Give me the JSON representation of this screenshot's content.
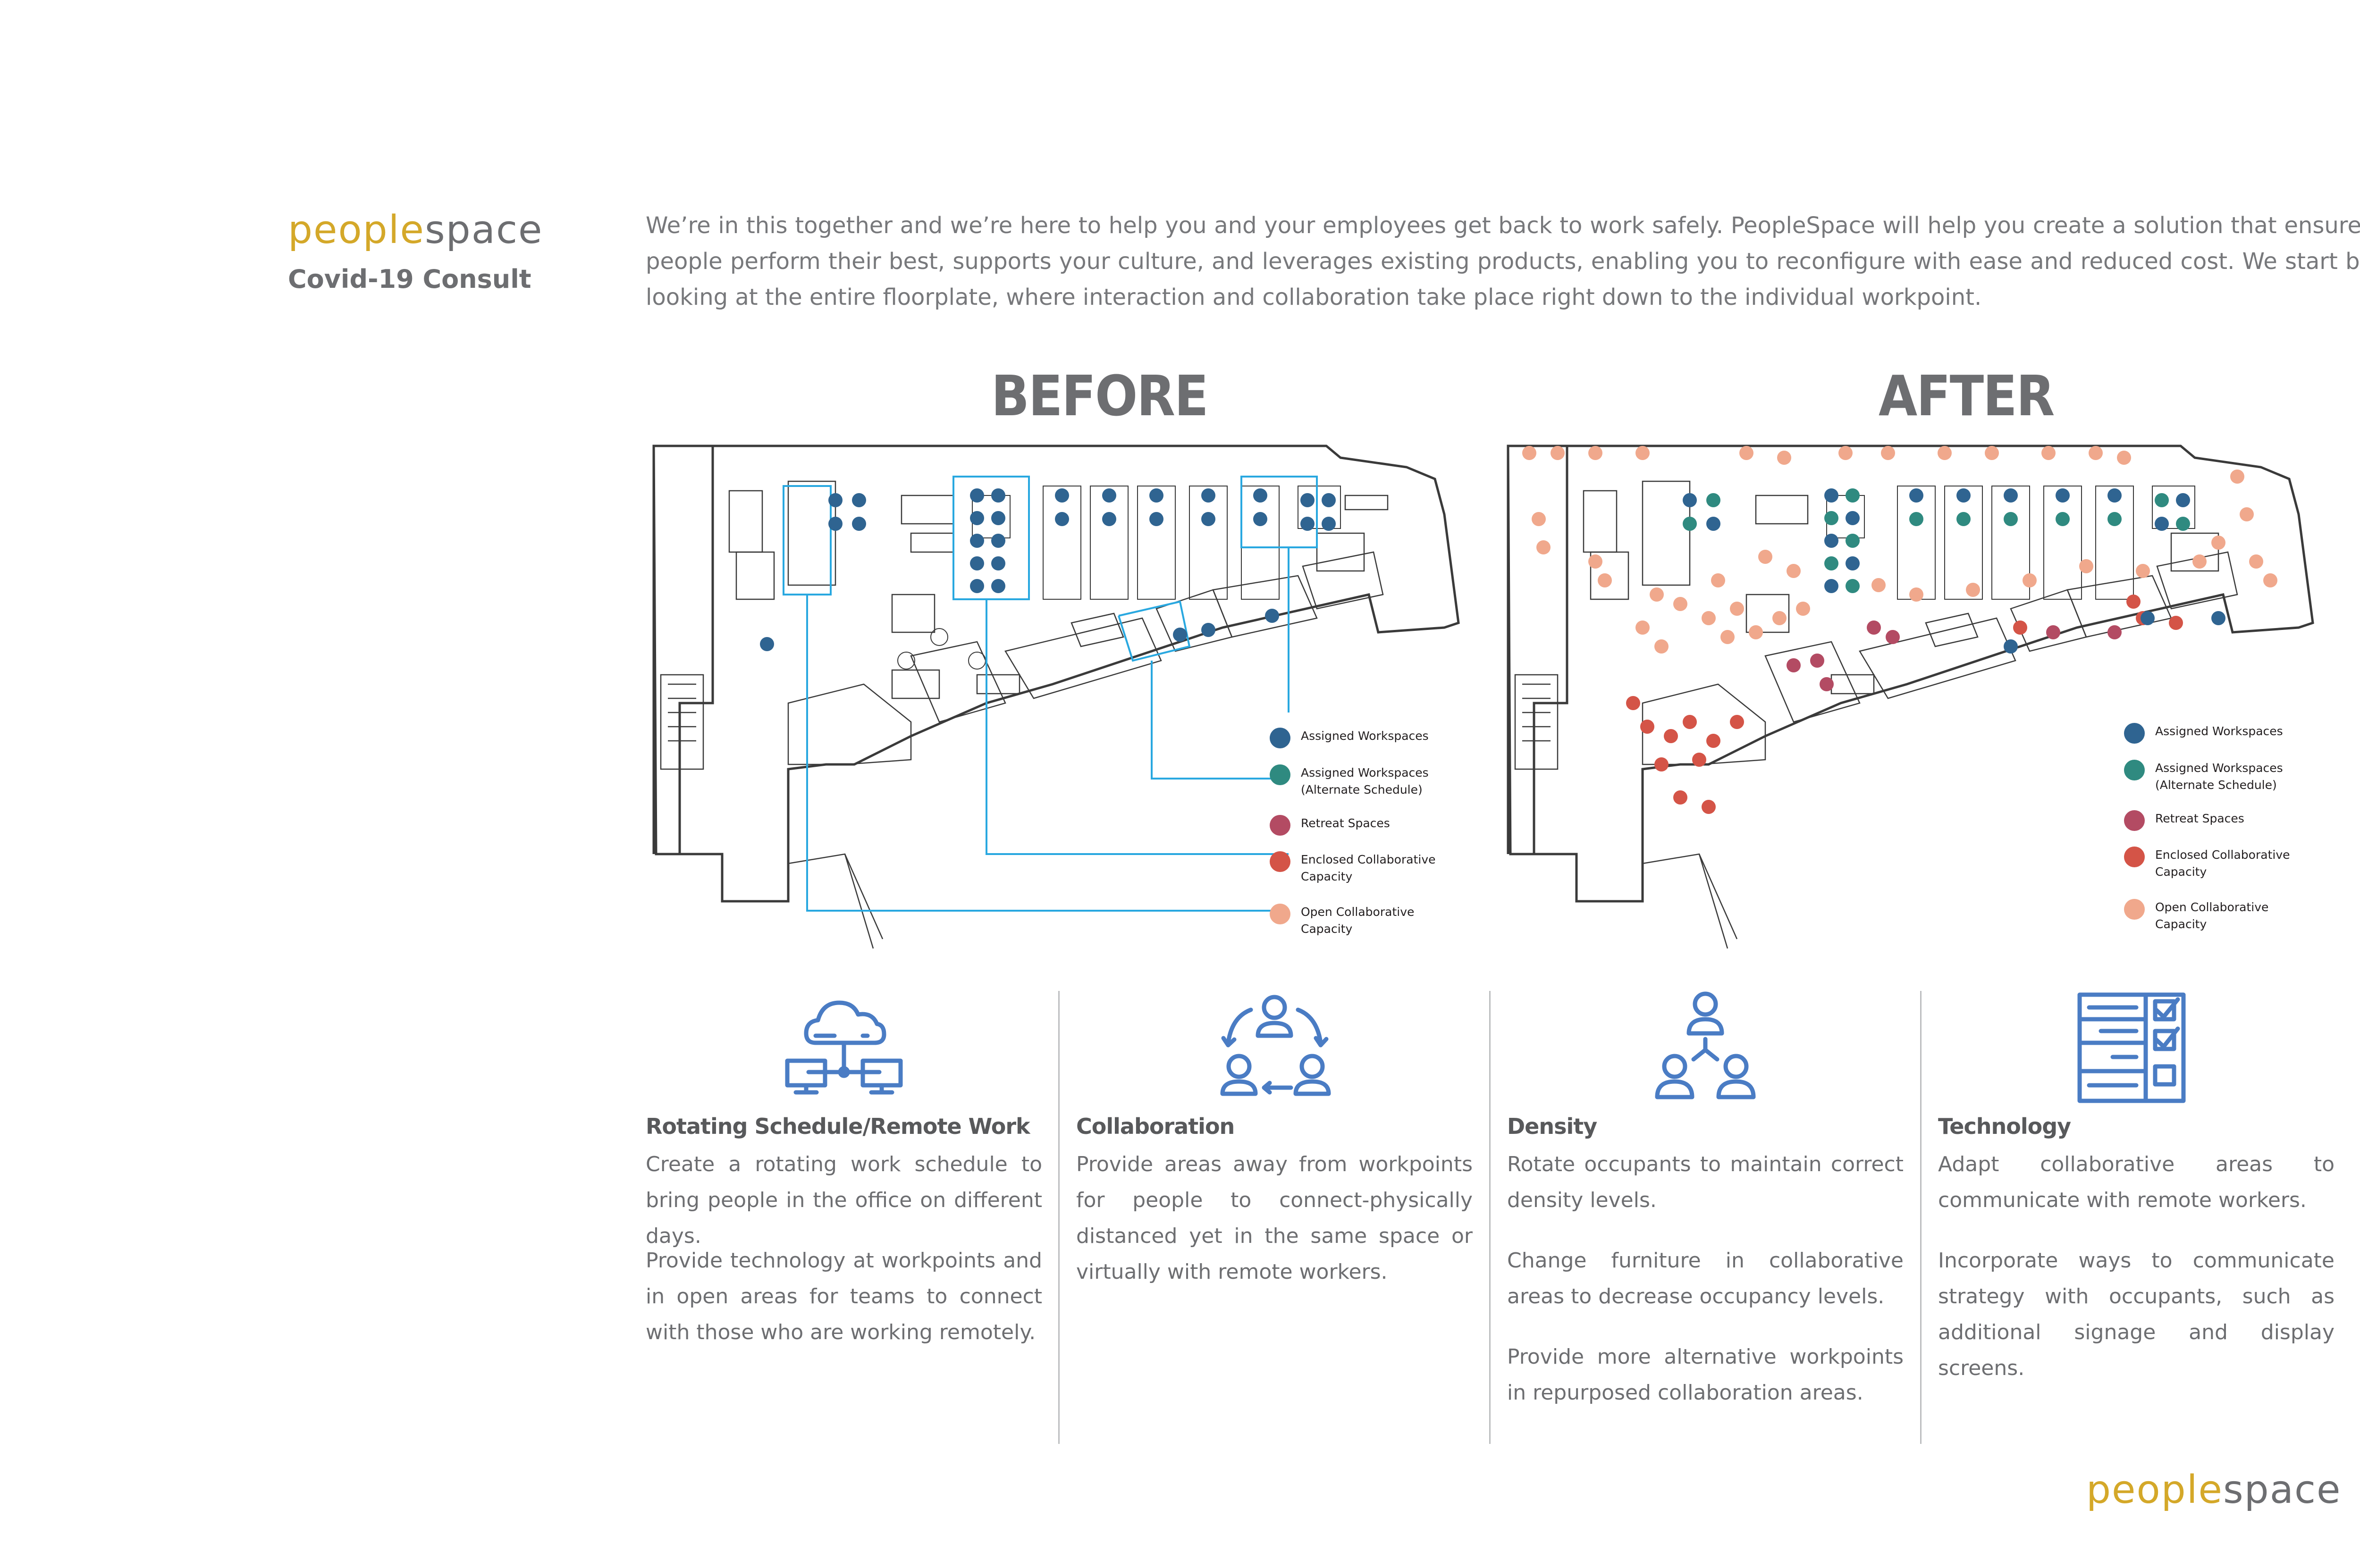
{
  "brand": {
    "part1": "people",
    "part2": "space"
  },
  "subtitle": "Covid-19 Consult",
  "intro": "We’re in this together and we’re here to help you and your employees get back to work safely. PeopleSpace will help you create a solution that ensures people perform their best, supports your culture, and leverages existing products, enabling you to reconfigure with ease and reduced cost. We start by looking at the entire floorplate, where interaction and collaboration take place right down to the individual workpoint.",
  "plans": {
    "before_title": "BEFORE",
    "after_title": "AFTER"
  },
  "legend": [
    {
      "label": "Assigned Workspaces",
      "label2": "",
      "color": "#2f6491"
    },
    {
      "label": "Assigned Workspaces",
      "label2": "(Alternate Schedule)",
      "color": "#2f8a80"
    },
    {
      "label": "Retreat Spaces",
      "label2": "",
      "color": "#b34b63"
    },
    {
      "label": "Enclosed Collaborative",
      "label2": "Capacity",
      "color": "#d45447"
    },
    {
      "label": "Open Collaborative",
      "label2": "Capacity",
      "color": "#f0a88c"
    }
  ],
  "colors": {
    "plan_line": "#3a3a3a",
    "callout_line": "#29a8e0",
    "icon_blue": "#4a7cc4",
    "brand_gold": "#d4a829",
    "text_gray": "#6d6e71"
  },
  "columns": [
    {
      "icon": "cloud-network-icon",
      "title": "Rotating Schedule/Remote Work",
      "paragraphs": [
        "Create a rotating work schedule to bring people in the office on different days.",
        "Provide technology at workpoints and in open areas for teams to connect with those who are working remotely."
      ]
    },
    {
      "icon": "collaboration-cycle-icon",
      "title": "Collaboration",
      "paragraphs": [
        "Provide areas away from workpoints for people to connect-physically distanced yet in the same space or virtually with remote workers."
      ]
    },
    {
      "icon": "people-hierarchy-icon",
      "title": "Density",
      "paragraphs": [
        "Rotate occupants to maintain correct density levels.",
        "Change furniture in collaborative areas to decrease occupancy levels.",
        "Provide more alternative workpoints in repurposed collaboration areas."
      ]
    },
    {
      "icon": "checklist-board-icon",
      "title": "Technology",
      "paragraphs": [
        "Adapt collaborative areas to communicate with remote workers.",
        "Incorporate ways to communicate strategy with occupants, such as additional signage and display screens."
      ]
    }
  ]
}
